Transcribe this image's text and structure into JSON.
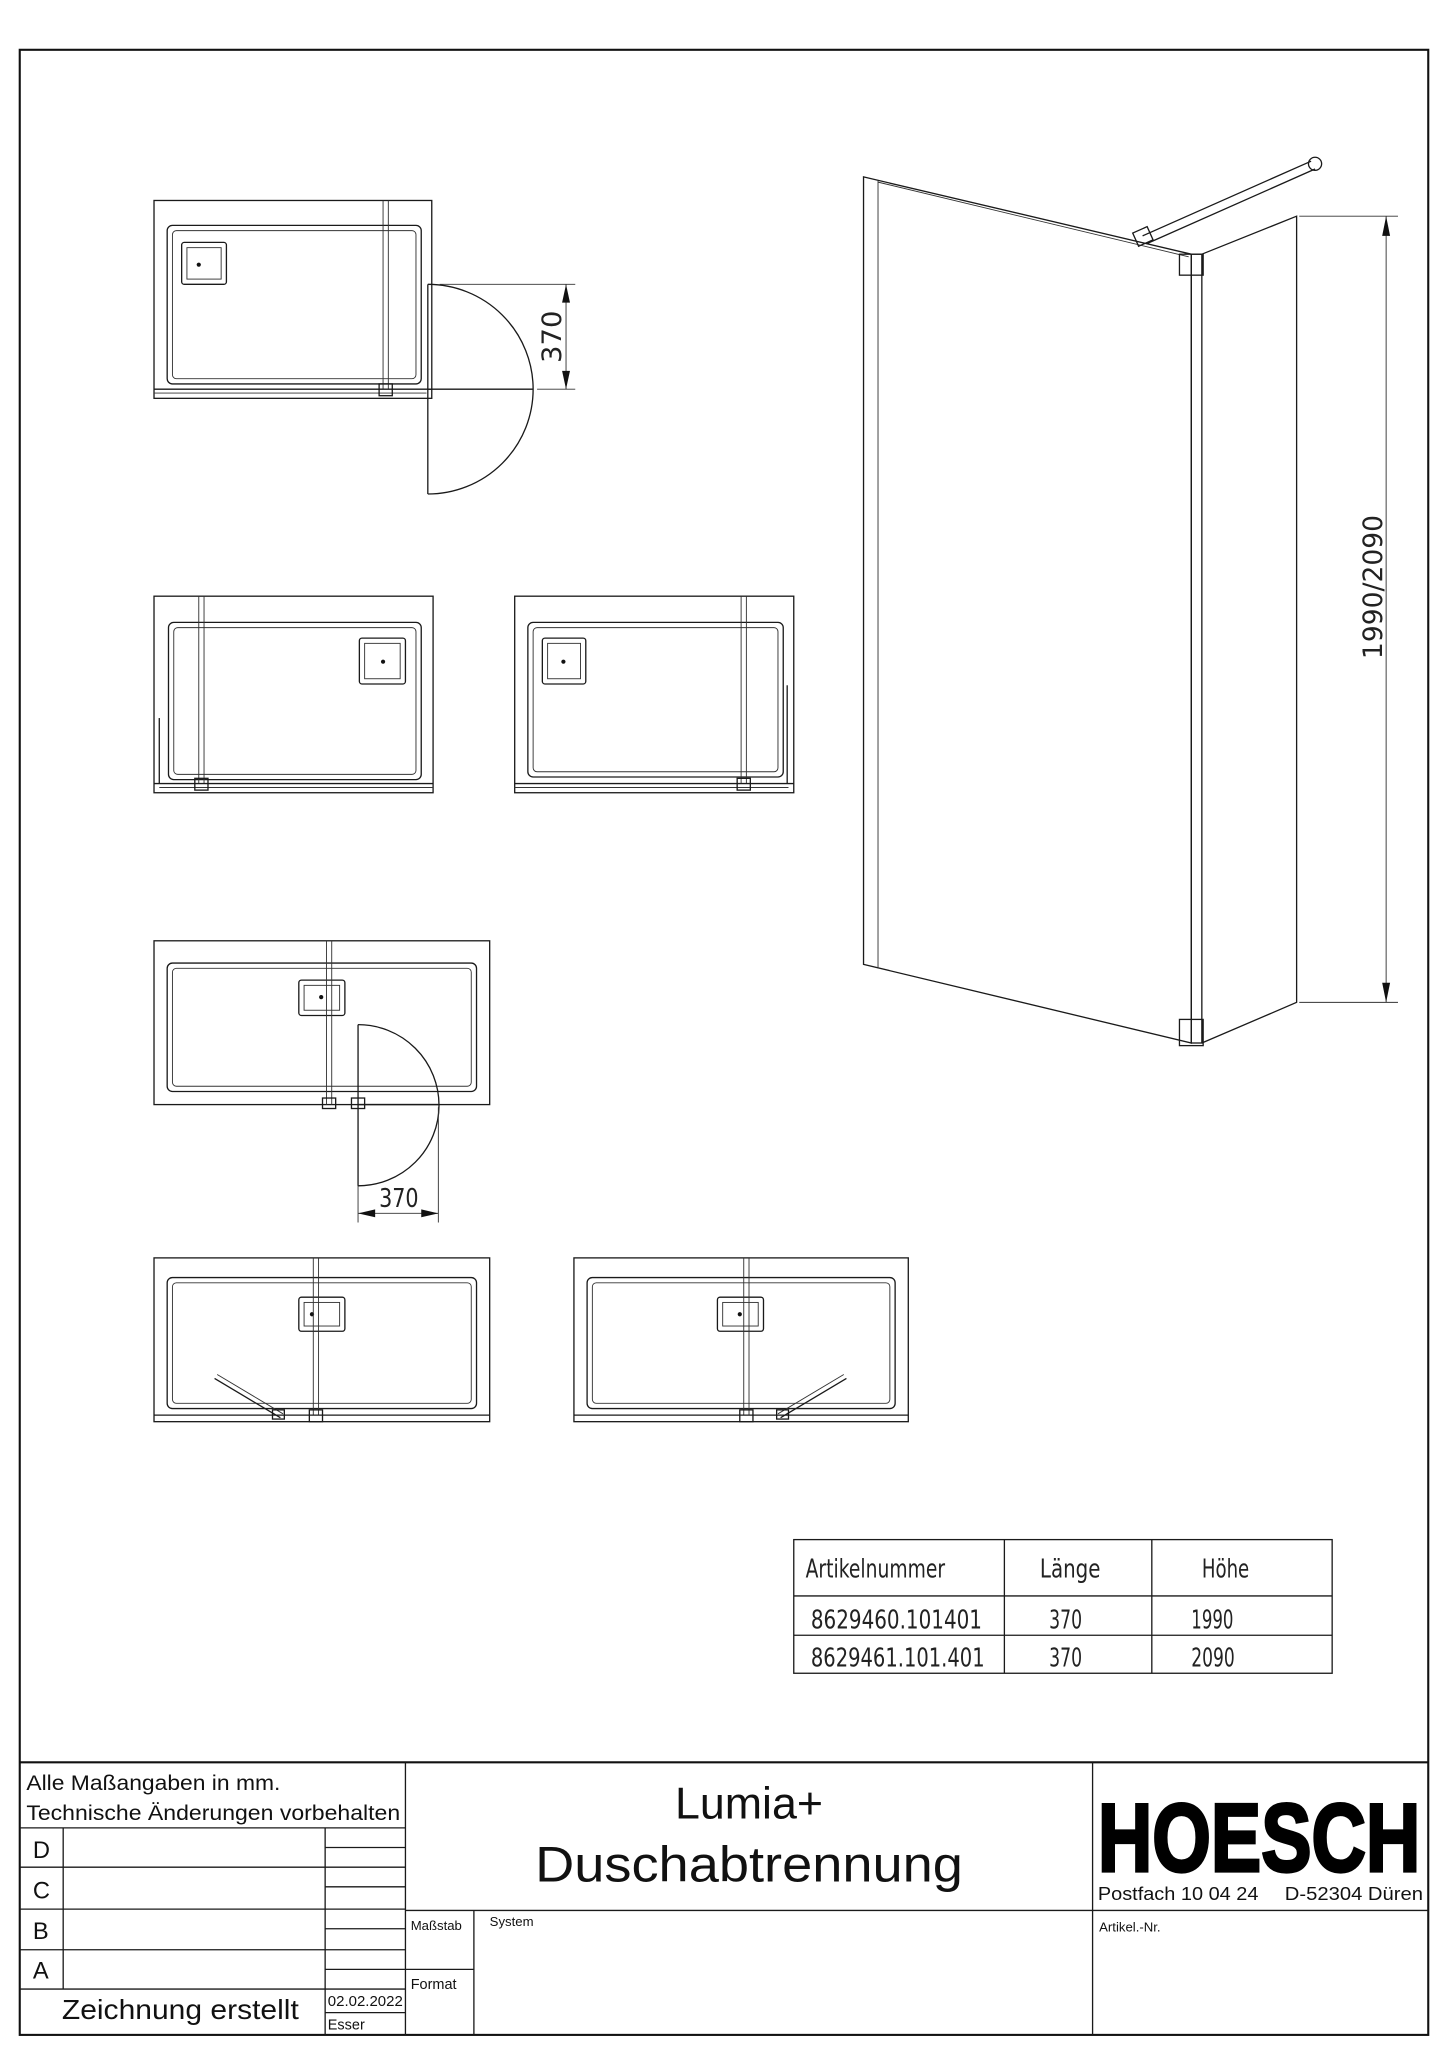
{
  "drawing": {
    "top_view_door_right": {
      "dimension": "370"
    },
    "top_view_door_bottom": {
      "dimension": "370"
    },
    "perspective": {
      "height_dimension": "1990/2090"
    }
  },
  "article_table": {
    "headers": [
      "Artikelnummer",
      "Länge",
      "Höhe"
    ],
    "rows": [
      [
        "8629460.101401",
        "370",
        "1990"
      ],
      [
        "8629461.101.401",
        "370",
        "2090"
      ]
    ]
  },
  "title_block": {
    "notes": [
      "Alle Maßangaben in mm.",
      "Technische Änderungen vorbehalten"
    ],
    "revisions": [
      "D",
      "C",
      "B",
      "A"
    ],
    "created_label": "Zeichnung erstellt",
    "created_date": "02.02.2022",
    "created_by": "Esser",
    "scale_label": "Maßstab",
    "format_label": "Format",
    "system_label": "System",
    "title": "Lumia+",
    "subtitle": "Duschabtrennung",
    "company": {
      "logo_text": "HOESCH",
      "postbox": "Postfach 10 04 24",
      "address": "D-52304 Düren"
    },
    "article_no_label": "Artikel.-Nr."
  }
}
